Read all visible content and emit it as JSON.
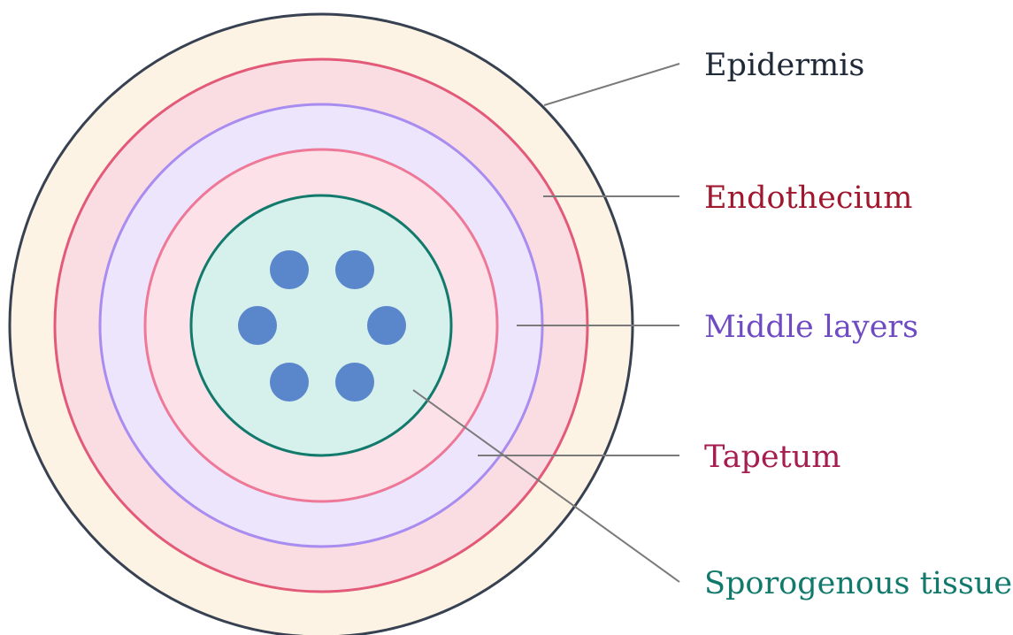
{
  "labels": {
    "epidermis": "Epidermis",
    "endothecium": "Endothecium",
    "middle_layers": "Middle layers",
    "tapetum": "Tapetum",
    "sporogenous_tissue": "Sporogenous tissue"
  },
  "colors": {
    "epidermis_fill": "#fdf3e4",
    "epidermis_stroke": "#374151",
    "endothecium_fill": "#f9dde3",
    "endothecium_stroke": "#e35a79",
    "middle_fill": "#ece5fb",
    "middle_stroke": "#a98cf0",
    "tapetum_fill": "#fde1e8",
    "tapetum_stroke": "#ee7898",
    "sporogenous_fill": "#d6f1ec",
    "sporogenous_stroke": "#127a6c",
    "cell_fill": "#5a86cc",
    "text_epidermis": "#1f2937",
    "text_endothecium": "#a0182e",
    "text_middle": "#6f4bc3",
    "text_tapetum": "#a51e4f",
    "text_sporogenous": "#127a6c"
  }
}
